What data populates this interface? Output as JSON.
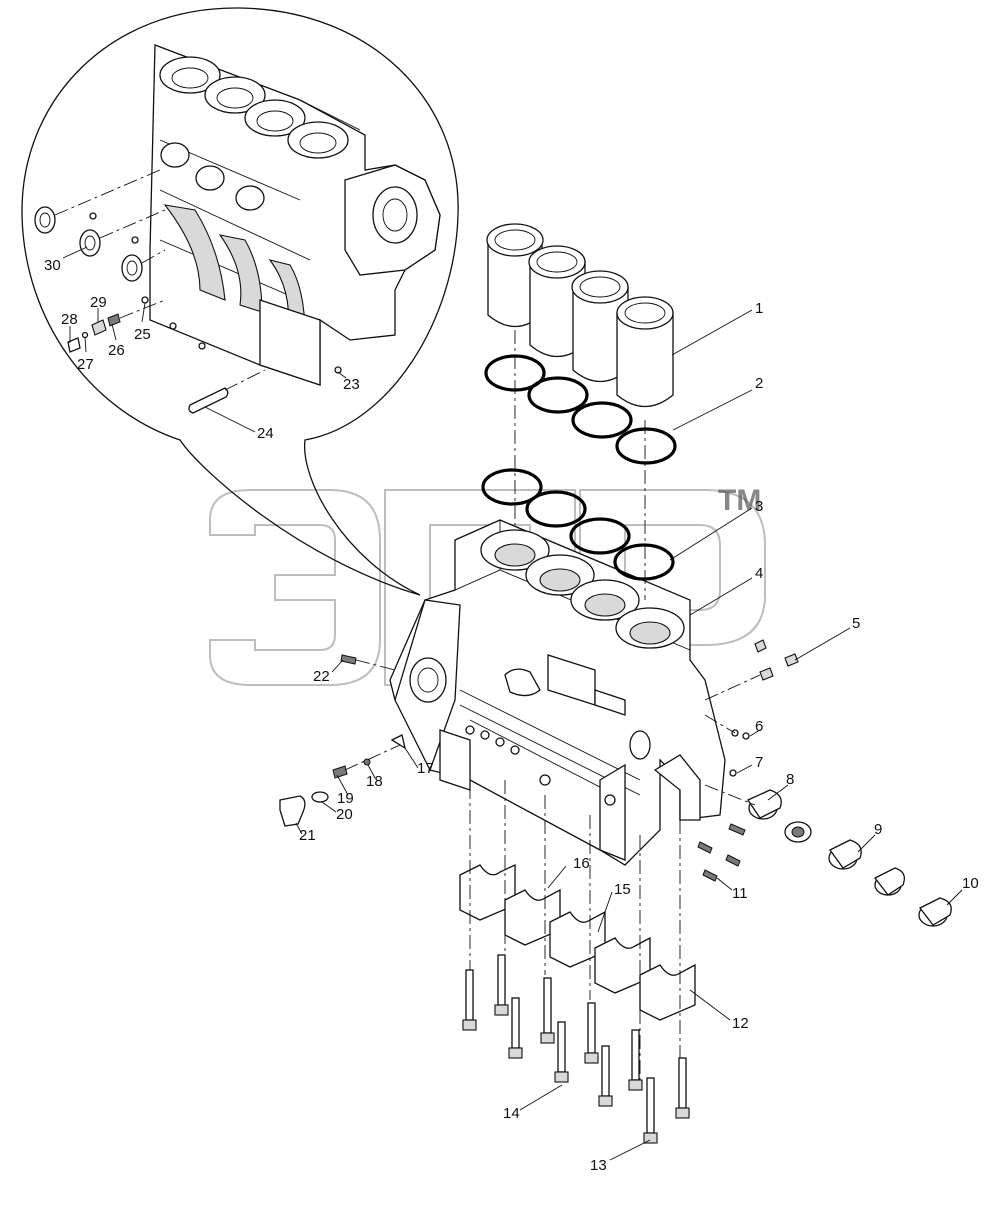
{
  "diagram": {
    "watermark": {
      "brand": "ЭПБ",
      "mark": "TM"
    },
    "callouts": {
      "1": "1",
      "2": "2",
      "3": "3",
      "4": "4",
      "5": "5",
      "6": "6",
      "7": "7",
      "8": "8",
      "9": "9",
      "10": "10",
      "11": "11",
      "12": "12",
      "13": "13",
      "14": "14",
      "15": "15",
      "16": "16",
      "17": "17",
      "18": "18",
      "19": "19",
      "20": "20",
      "21": "21",
      "22": "22",
      "23": "23",
      "24": "24",
      "25": "25",
      "26": "26",
      "27": "27",
      "28": "28",
      "29": "29",
      "30": "30"
    }
  }
}
